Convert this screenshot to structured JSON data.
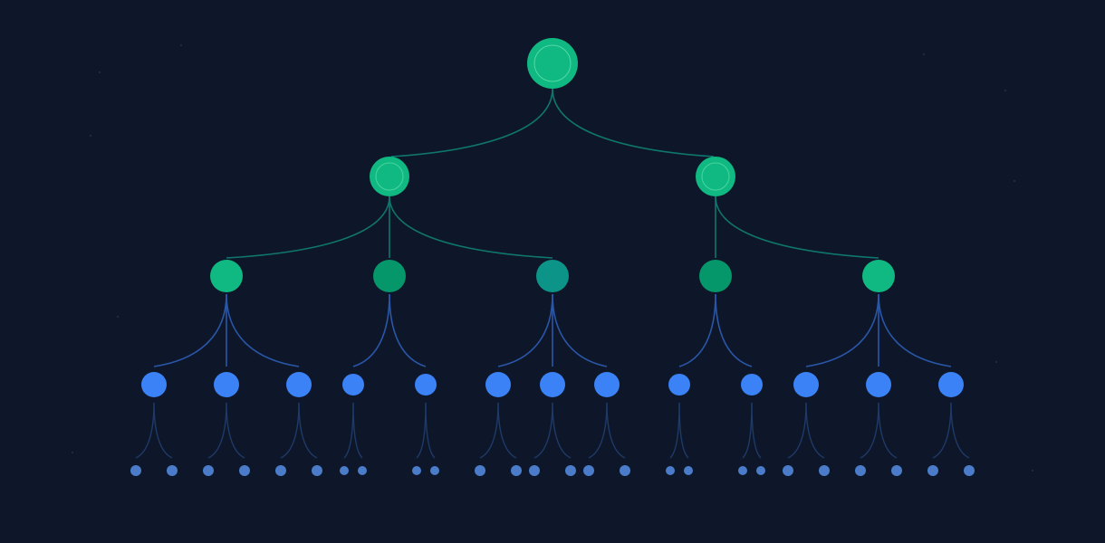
{
  "diagram": {
    "type": "tree",
    "colors": {
      "background": "#0e1729",
      "root": "#10b981",
      "root_ring": "#6ee7b7",
      "level2": "#10b981",
      "level3_bright": "#10b981",
      "level3_dark": "#059669",
      "level3_teal": "#0d9488",
      "level4": "#3b82f6",
      "level5": "#4a7cc9",
      "edge_upper": "#0f766e",
      "edge_mid": "#2a56a8",
      "edge_lower": "#1e3a68"
    },
    "root": {
      "id": "root",
      "children": [
        {
          "id": "b1",
          "children": [
            {
              "id": "b1-1",
              "tone": "bright",
              "children": [
                {
                  "id": "b1-1-1",
                  "leaves": 2
                },
                {
                  "id": "b1-1-2",
                  "leaves": 2
                },
                {
                  "id": "b1-1-3",
                  "leaves": 2
                }
              ]
            },
            {
              "id": "b1-2",
              "tone": "dark",
              "children": [
                {
                  "id": "b1-2-1",
                  "leaves": 2,
                  "small": true
                },
                {
                  "id": "b1-2-2",
                  "leaves": 2,
                  "small": true
                }
              ]
            },
            {
              "id": "shared",
              "tone": "teal",
              "shared": true,
              "children": [
                {
                  "id": "s-1",
                  "leaves": 2
                },
                {
                  "id": "s-2",
                  "leaves": 2
                },
                {
                  "id": "s-3",
                  "leaves": 2
                }
              ]
            }
          ]
        },
        {
          "id": "b2",
          "children": [
            {
              "id": "b2-1",
              "tone": "dark",
              "children": [
                {
                  "id": "b2-1-1",
                  "leaves": 2,
                  "small": true
                },
                {
                  "id": "b2-1-2",
                  "leaves": 2,
                  "small": true
                }
              ]
            },
            {
              "id": "b2-2",
              "tone": "bright",
              "children": [
                {
                  "id": "b2-2-1",
                  "leaves": 2
                },
                {
                  "id": "b2-2-2",
                  "leaves": 2
                },
                {
                  "id": "b2-2-3",
                  "leaves": 2
                }
              ]
            }
          ]
        }
      ]
    }
  }
}
